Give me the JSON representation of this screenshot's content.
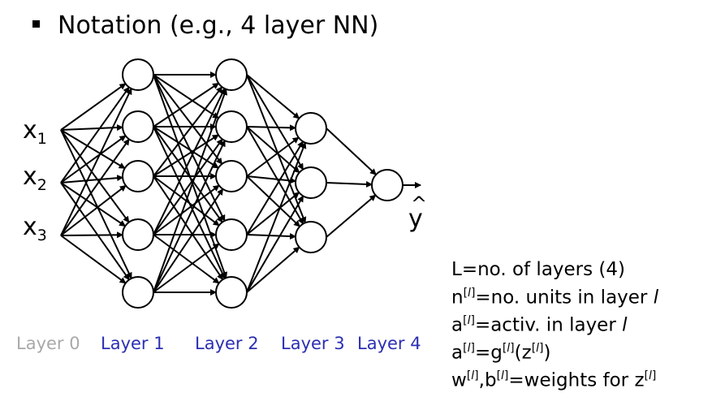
{
  "header": {
    "bullet_text": "Notation (e.g., 4 layer NN)"
  },
  "inputs": [
    {
      "base": "x",
      "sub": "1"
    },
    {
      "base": "x",
      "sub": "2"
    },
    {
      "base": "x",
      "sub": "3"
    }
  ],
  "output": {
    "base": "y",
    "hat": "^"
  },
  "layers": [
    {
      "label": "Layer 0",
      "color": "#a9a9a9",
      "units": 3
    },
    {
      "label": "Layer 1",
      "color": "#2b2fb3",
      "units": 5
    },
    {
      "label": "Layer 2",
      "color": "#2b2fb3",
      "units": 5
    },
    {
      "label": "Layer 3",
      "color": "#2b2fb3",
      "units": 3
    },
    {
      "label": "Layer 4",
      "color": "#2b2fb3",
      "units": 1
    }
  ],
  "notes": [
    {
      "parts": [
        {
          "t": "L=no. of layers (4)"
        }
      ]
    },
    {
      "parts": [
        {
          "t": "n"
        },
        {
          "t": "[",
          "sup": true
        },
        {
          "t": "l",
          "sup": true,
          "italic": true
        },
        {
          "t": "]",
          "sup": true
        },
        {
          "t": "=no. units in layer "
        },
        {
          "t": "l",
          "italic": true
        }
      ]
    },
    {
      "parts": [
        {
          "t": "a"
        },
        {
          "t": "[",
          "sup": true
        },
        {
          "t": "l",
          "sup": true,
          "italic": true
        },
        {
          "t": "]",
          "sup": true
        },
        {
          "t": "=activ. in layer "
        },
        {
          "t": "l",
          "italic": true
        }
      ]
    },
    {
      "parts": [
        {
          "t": "a"
        },
        {
          "t": "[",
          "sup": true
        },
        {
          "t": "l",
          "sup": true,
          "italic": true
        },
        {
          "t": "]",
          "sup": true
        },
        {
          "t": "=g"
        },
        {
          "t": "[",
          "sup": true
        },
        {
          "t": "l",
          "sup": true,
          "italic": true
        },
        {
          "t": "]",
          "sup": true
        },
        {
          "t": "(z"
        },
        {
          "t": "[",
          "sup": true
        },
        {
          "t": "l",
          "sup": true,
          "italic": true
        },
        {
          "t": "]",
          "sup": true
        },
        {
          "t": ")"
        }
      ]
    },
    {
      "parts": [
        {
          "t": "w"
        },
        {
          "t": "[",
          "sup": true
        },
        {
          "t": "l",
          "sup": true,
          "italic": true
        },
        {
          "t": "]",
          "sup": true
        },
        {
          "t": ",b"
        },
        {
          "t": "[",
          "sup": true
        },
        {
          "t": "l",
          "sup": true,
          "italic": true
        },
        {
          "t": "]",
          "sup": true
        },
        {
          "t": "=weights for z"
        },
        {
          "t": "[",
          "sup": true
        },
        {
          "t": "l",
          "sup": true,
          "italic": true
        },
        {
          "t": "]",
          "sup": true
        }
      ]
    }
  ]
}
